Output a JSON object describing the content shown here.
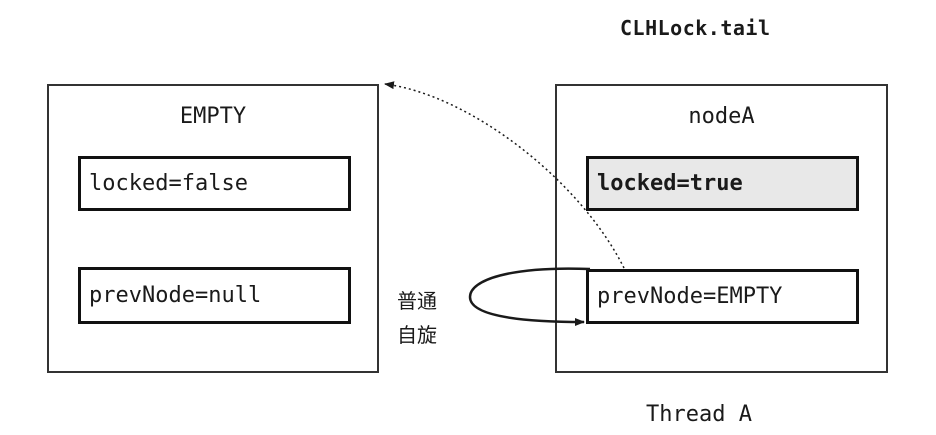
{
  "tail_label": "CLHLock.tail",
  "nodes": {
    "empty": {
      "title": "EMPTY",
      "locked": "locked=false",
      "prev": "prevNode=null"
    },
    "a": {
      "title": "nodeA",
      "locked": "locked=true",
      "prev": "prevNode=EMPTY"
    }
  },
  "spin_label": {
    "line1": "普通",
    "line2": "自旋"
  },
  "thread_label": "Thread A",
  "colors": {
    "border": "#333333",
    "field_border": "#111111",
    "highlight_fill": "#e8e8e8",
    "arrow": "#1a1a1a"
  }
}
